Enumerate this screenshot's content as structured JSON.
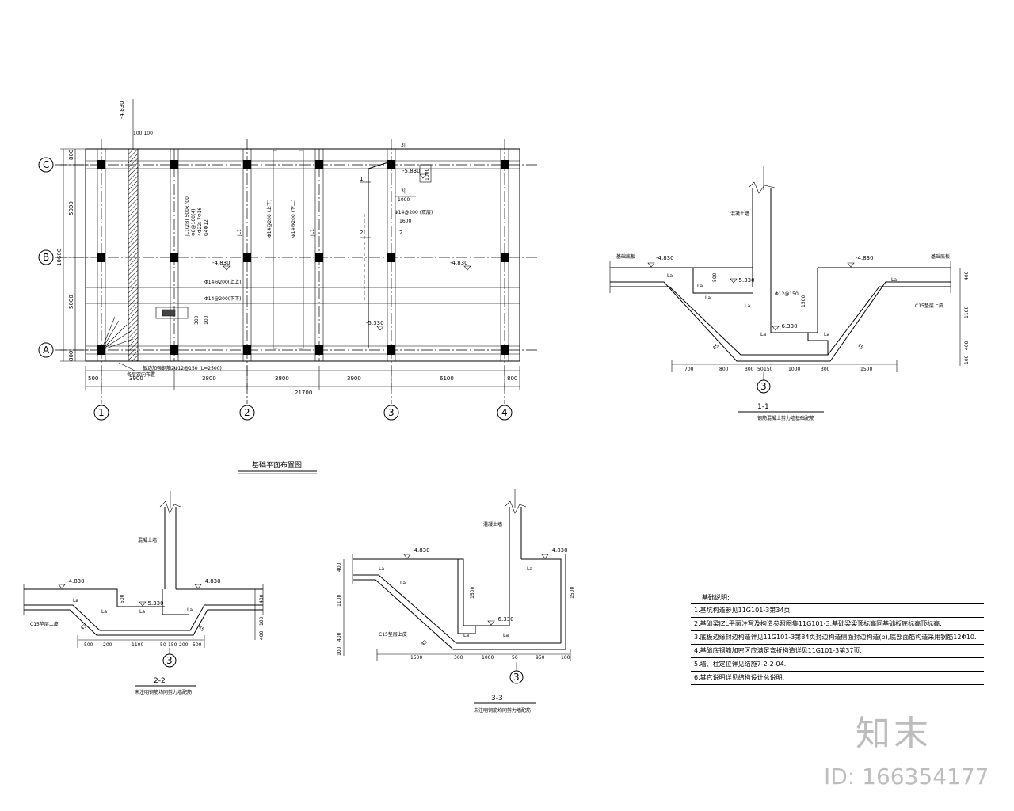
{
  "plan": {
    "title": "基础平面布置图",
    "axes_letters": [
      "C",
      "B",
      "A"
    ],
    "axes_numbers": [
      "1",
      "2",
      "3",
      "4"
    ],
    "top_elevation": "-4.830",
    "top_dim_small": "100|100",
    "left_dims": [
      "800",
      "5000",
      "5000",
      "800"
    ],
    "left_total": "10600",
    "bottom_dims": [
      "500",
      "3900",
      "3800",
      "3800",
      "3900",
      "6100",
      "800"
    ],
    "bottom_total": "21700",
    "elev_mid_left": "-4.830",
    "elev_mid_right": "-4.830",
    "elev_pit_top": "-5.830",
    "elev_pit_low": "-5.330",
    "label_31_top": "3|",
    "label_31_mid": "3|",
    "dim_1000a": "1000",
    "dim_1000b": "1000",
    "dim_1600": "1600",
    "rebar_pit": "Φ14@200 (双层)",
    "rebar_top": "Φ14@200(上上)",
    "rebar_bot": "Φ14@200(下下)",
    "rebar_v1": "Φ14@200 (上下)",
    "rebar_v2": "Φ14@200 (下上)",
    "beam_label": "JL1(2B) 500x700",
    "beam_sub1": "Φ8@100(4)",
    "beam_sub2": "4Φ22; 7Φ16",
    "beam_sub3": "G4Φ12",
    "jl1_a": "JL1",
    "jl1_b": "JL1",
    "sec_1": "1",
    "sec_2": "2",
    "note_a": "板边加强钢筋2Φ12@150 (L=2500)",
    "note_b": "各层双向布置",
    "dim_300": "300",
    "dim_100": "100"
  },
  "section11": {
    "title": "1-1",
    "subtitle": "钢筋混凝土剪力墙基础配筋",
    "mark": "3",
    "wall_label": "混凝土墙",
    "left_label": "基础底板",
    "right_label": "基础底板",
    "elev_left": "-4.830",
    "elev_right": "-4.830",
    "elev_mid": "-5.330",
    "elev_low": "-6.330",
    "rebar": "Φ12@150",
    "pad": "C15垫层上皮",
    "angle_l": "45",
    "angle_r": "45",
    "la": "La",
    "v_dims": [
      "400",
      "1100",
      "400",
      "100"
    ],
    "dim_500": "500",
    "dim_1500": "1500",
    "bottom_dims": [
      "700",
      "800",
      "300",
      "50",
      "150",
      "1000",
      "300",
      "1500"
    ]
  },
  "section22": {
    "title": "2-2",
    "subtitle": "未注明钢筋均同剪力墙配筋",
    "mark": "3",
    "wall_label": "混凝土墙",
    "elev_left": "-4.830",
    "elev_right": "-4.830",
    "elev_mid": "-5.330",
    "pad": "C15垫层上皮",
    "angle_l": "45",
    "angle_r": "45",
    "la": "La",
    "v_dims": [
      "400",
      "100",
      "400"
    ],
    "dim_500": "500",
    "bottom_dims": [
      "500",
      "200",
      "1100",
      "50",
      "150",
      "200",
      "500"
    ]
  },
  "section33": {
    "title": "3-3",
    "subtitle": "未注明钢筋均同剪力墙配筋",
    "mark": "3",
    "wall_label": "混凝土墙",
    "elev_left": "-4.830",
    "elev_right": "-4.830",
    "elev_low": "-6.330",
    "pad": "C15垫层上皮",
    "angle": "45",
    "la": "La",
    "v_left": [
      "400",
      "1100",
      "400",
      "100"
    ],
    "v_dim_1500a": "1500",
    "v_dim_1500b": "1500",
    "bottom_dims": [
      "1500",
      "300",
      "1000",
      "50",
      "950",
      "100"
    ]
  },
  "notes": {
    "heading": "基础说明:",
    "lines": [
      "1.基坑构造参见11G101-3第34页.",
      "2.基础梁JZL平面注写及构造参照图集11G101-3,基础梁梁顶标高同基础板底标高顶标高.",
      "3.底板边缘封边构造详见11G101-3第84页封边构造侧面封边构造(b),底部面筋构造采用钢筋12Φ10.",
      "4.基础底钢筋加密区应满足弯折构造详见11G101-3第37页.",
      "5.墙、柱定位详见结施7-2-2-04.",
      "6.其它说明详见结构设计总说明."
    ]
  },
  "watermark": {
    "brand": "知末",
    "id": "ID: 166354177"
  }
}
